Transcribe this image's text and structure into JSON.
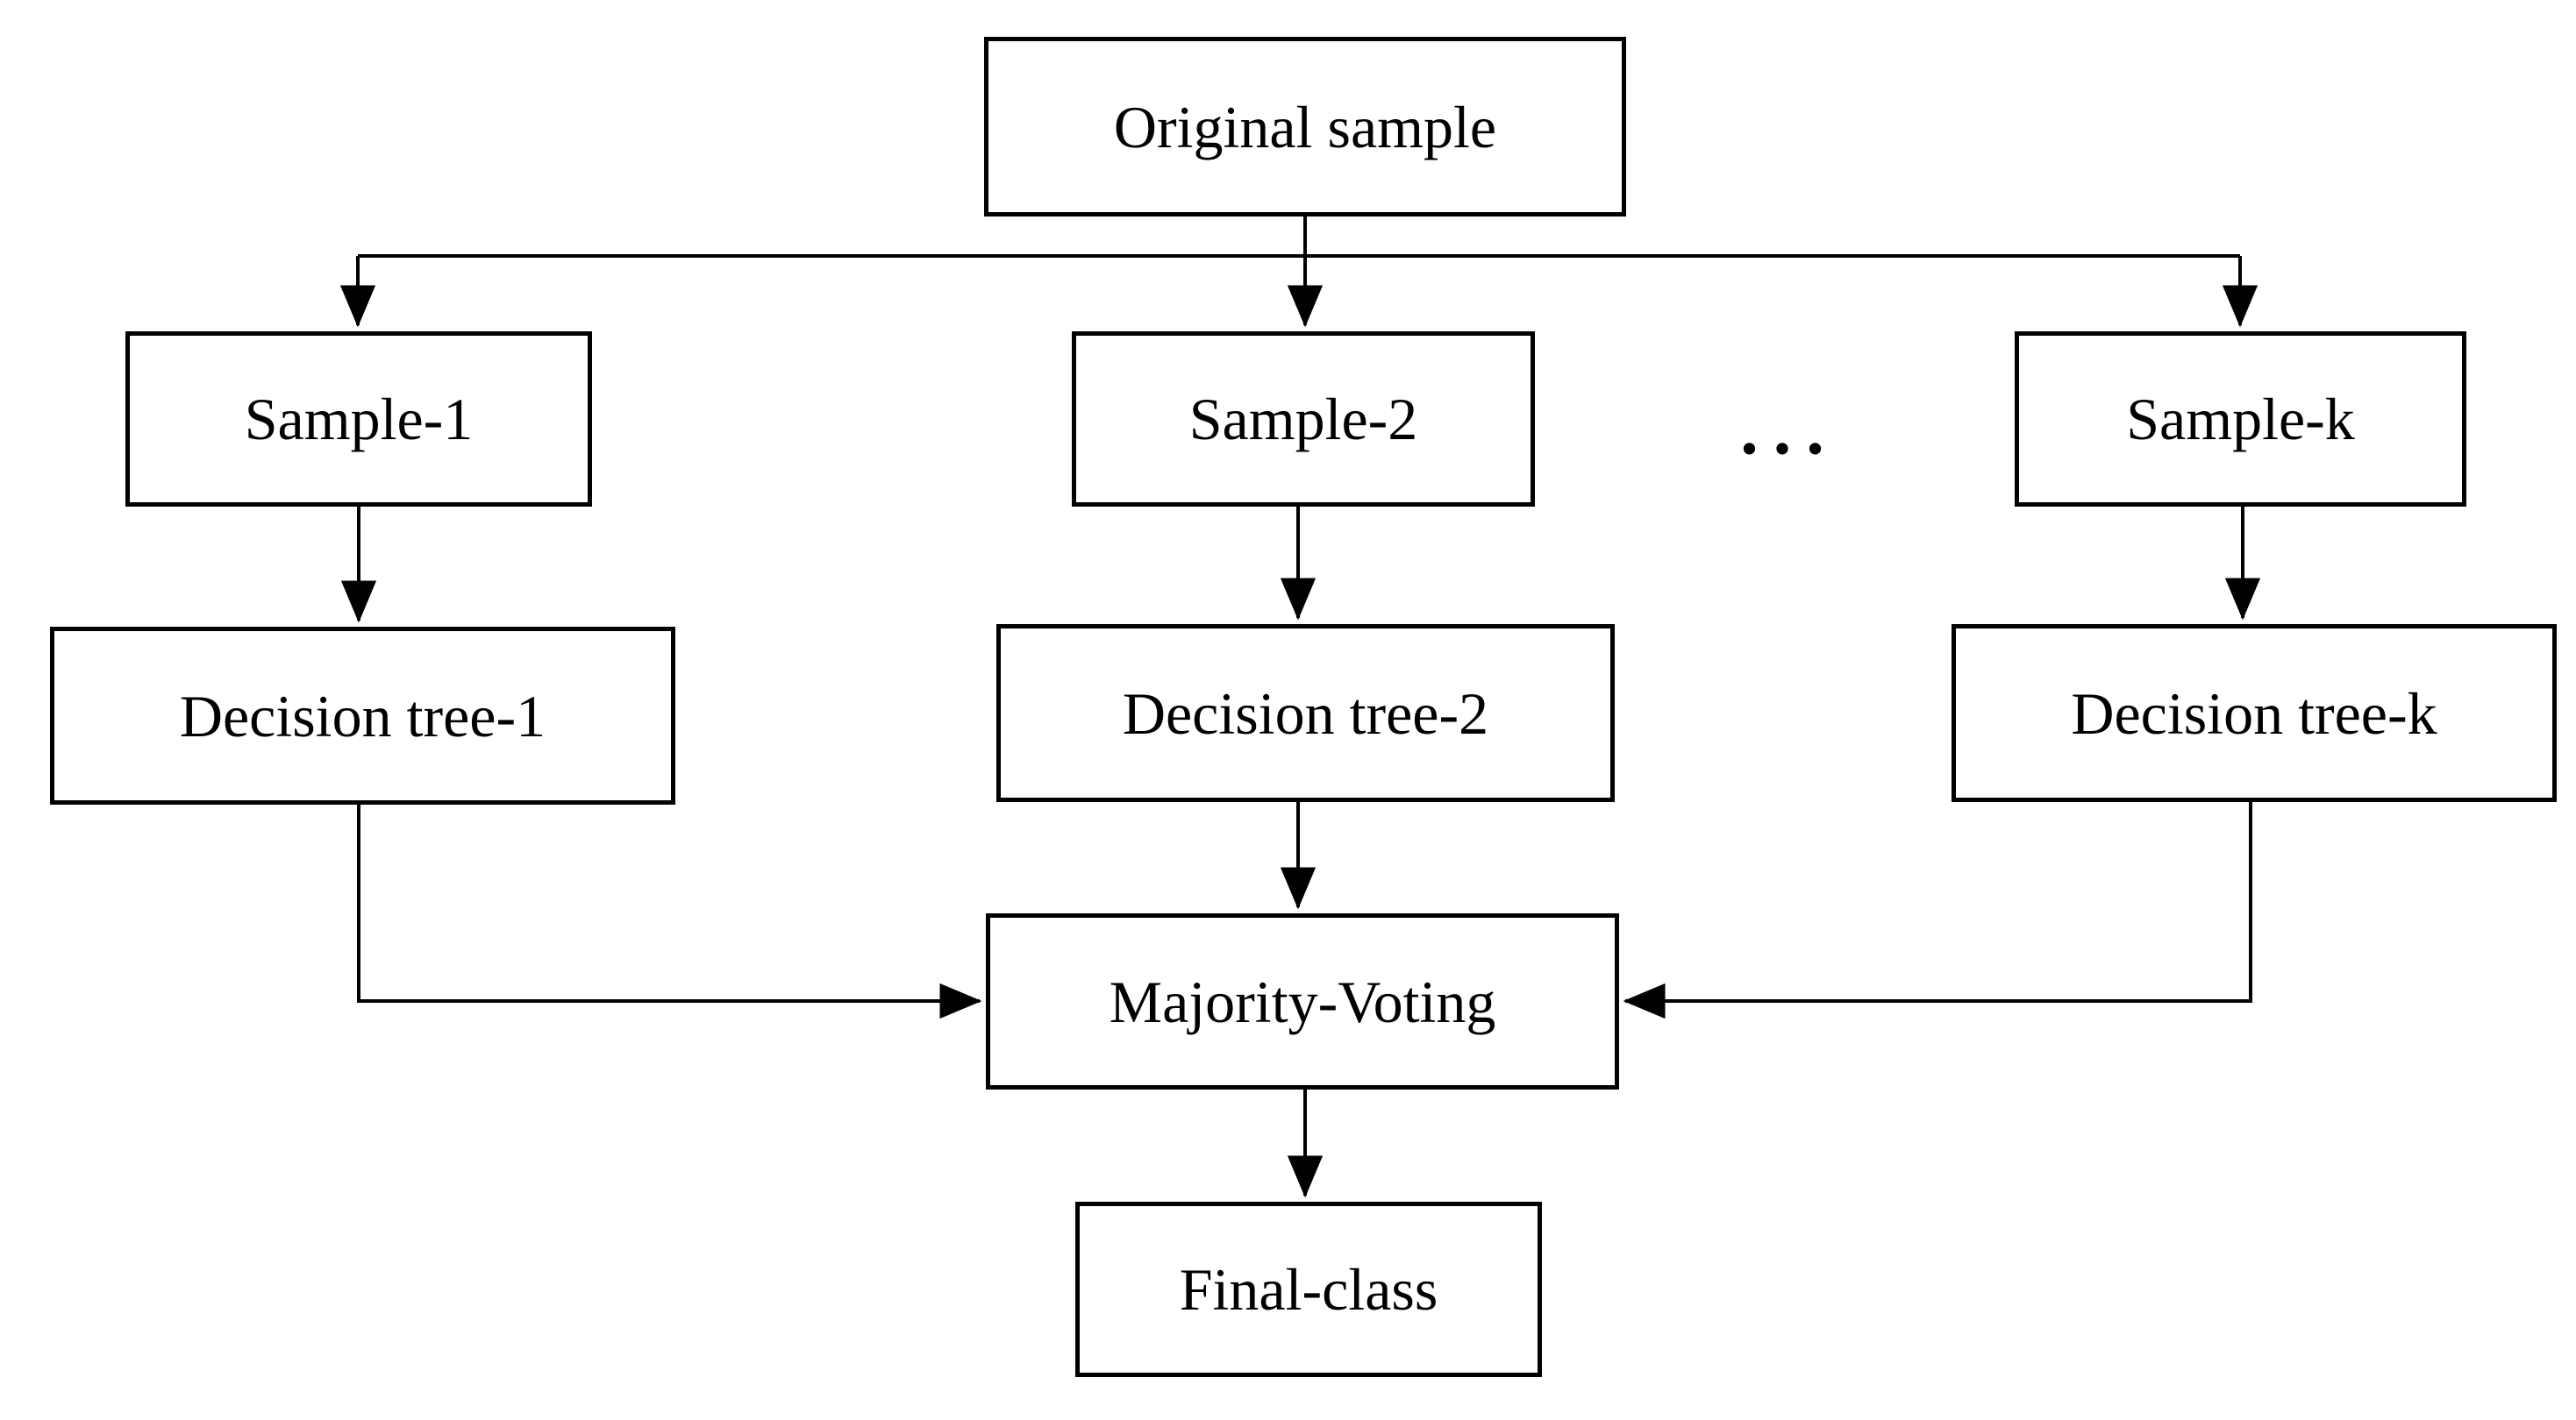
{
  "diagram": {
    "type": "flowchart",
    "description": "Ensemble / random-forest style majority voting flow",
    "colors": {
      "line": "#000000",
      "box_border": "#000000",
      "box_fill": "#ffffff",
      "background": "#ffffff",
      "text": "#000000"
    },
    "nodes": {
      "original_sample": {
        "label": "Original sample"
      },
      "sample_1": {
        "label": "Sample-1"
      },
      "sample_2": {
        "label": "Sample-2"
      },
      "ellipsis": {
        "label": "…"
      },
      "sample_k": {
        "label": "Sample-k"
      },
      "decision_tree_1": {
        "label": "Decision tree-1"
      },
      "decision_tree_2": {
        "label": "Decision tree-2"
      },
      "decision_tree_k": {
        "label": "Decision tree-k"
      },
      "majority_voting": {
        "label": "Majority-Voting"
      },
      "final_class": {
        "label": "Final-class"
      }
    },
    "edges": [
      {
        "from": "original_sample",
        "to": "sample_1"
      },
      {
        "from": "original_sample",
        "to": "sample_2"
      },
      {
        "from": "original_sample",
        "to": "sample_k"
      },
      {
        "from": "sample_1",
        "to": "decision_tree_1"
      },
      {
        "from": "sample_2",
        "to": "decision_tree_2"
      },
      {
        "from": "sample_k",
        "to": "decision_tree_k"
      },
      {
        "from": "decision_tree_1",
        "to": "majority_voting"
      },
      {
        "from": "decision_tree_2",
        "to": "majority_voting"
      },
      {
        "from": "decision_tree_k",
        "to": "majority_voting"
      },
      {
        "from": "majority_voting",
        "to": "final_class"
      }
    ]
  }
}
